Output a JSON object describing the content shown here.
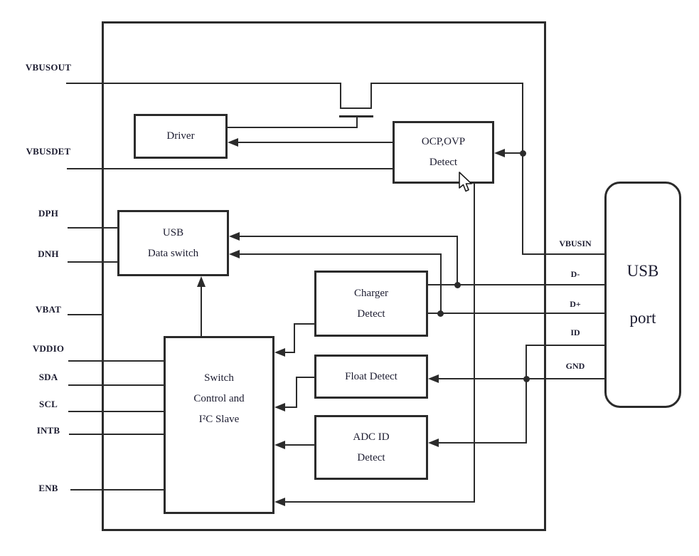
{
  "diagram": {
    "blocks": {
      "driver": {
        "label": "Driver"
      },
      "ocp_ovp": {
        "line1": "OCP,OVP",
        "line2": "Detect"
      },
      "usb_data_switch": {
        "line1": "USB",
        "line2": "Data switch"
      },
      "charger_detect": {
        "line1": "Charger",
        "line2": "Detect"
      },
      "float_detect": {
        "label": "Float Detect"
      },
      "adc_id_detect": {
        "line1": "ADC ID",
        "line2": "Detect"
      },
      "switch_control": {
        "line1": "Switch",
        "line2": "Control and",
        "line3": "I²C Slave"
      },
      "usb_port": {
        "line1": "USB",
        "line2": "port"
      }
    },
    "left_pins": [
      {
        "label": "VBUSOUT"
      },
      {
        "label": "VBUSDET"
      },
      {
        "label": "DPH"
      },
      {
        "label": "DNH"
      },
      {
        "label": "VBAT"
      },
      {
        "label": "VDDIO"
      },
      {
        "label": "SDA"
      },
      {
        "label": "SCL"
      },
      {
        "label": "INTB"
      },
      {
        "label": "ENB"
      }
    ],
    "right_pins": [
      {
        "label": "VBUSIN"
      },
      {
        "label": "D-"
      },
      {
        "label": "D+"
      },
      {
        "label": "ID"
      },
      {
        "label": "GND"
      }
    ],
    "colors": {
      "line": "#2b2b2b",
      "text": "#1c1c30",
      "background": "#ffffff"
    }
  }
}
